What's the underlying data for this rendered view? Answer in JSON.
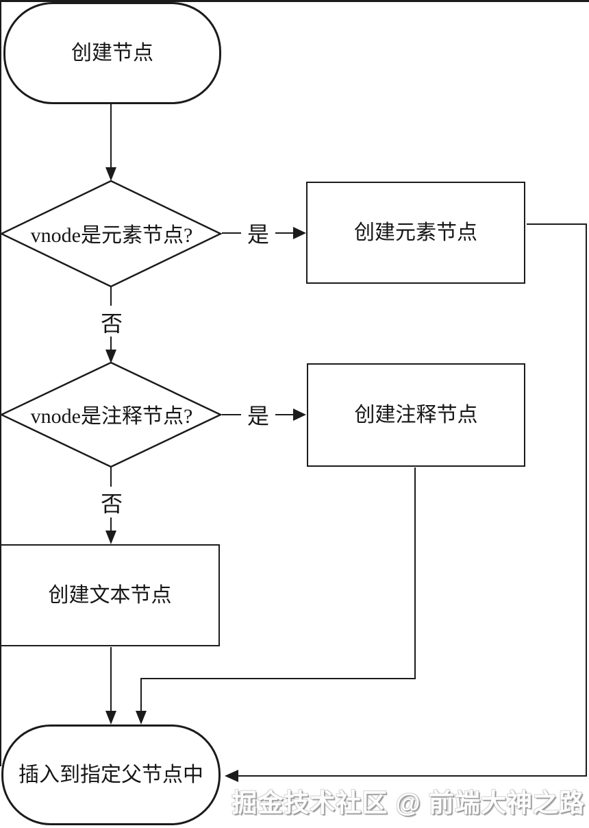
{
  "flowchart": {
    "start": {
      "label": "创建节点"
    },
    "decision_element": {
      "label": "vnode是元素节点?"
    },
    "process_create_element": {
      "label": "创建元素节点"
    },
    "decision_comment": {
      "label": "vnode是注释节点?"
    },
    "process_create_comment": {
      "label": "创建注释节点"
    },
    "process_create_text": {
      "label": "创建文本节点"
    },
    "end": {
      "label": "插入到指定父节点中"
    },
    "branch_labels": {
      "element_yes": "是",
      "element_no": "否",
      "comment_yes": "是",
      "comment_no": "否"
    }
  },
  "watermark": {
    "text": "掘金技术社区 @ 前端大神之路"
  },
  "colors": {
    "line": "#1b1b1b",
    "background": "#ffffff",
    "watermark_fill": "#fdfdfd",
    "watermark_shadow": "#9c9c9c"
  }
}
